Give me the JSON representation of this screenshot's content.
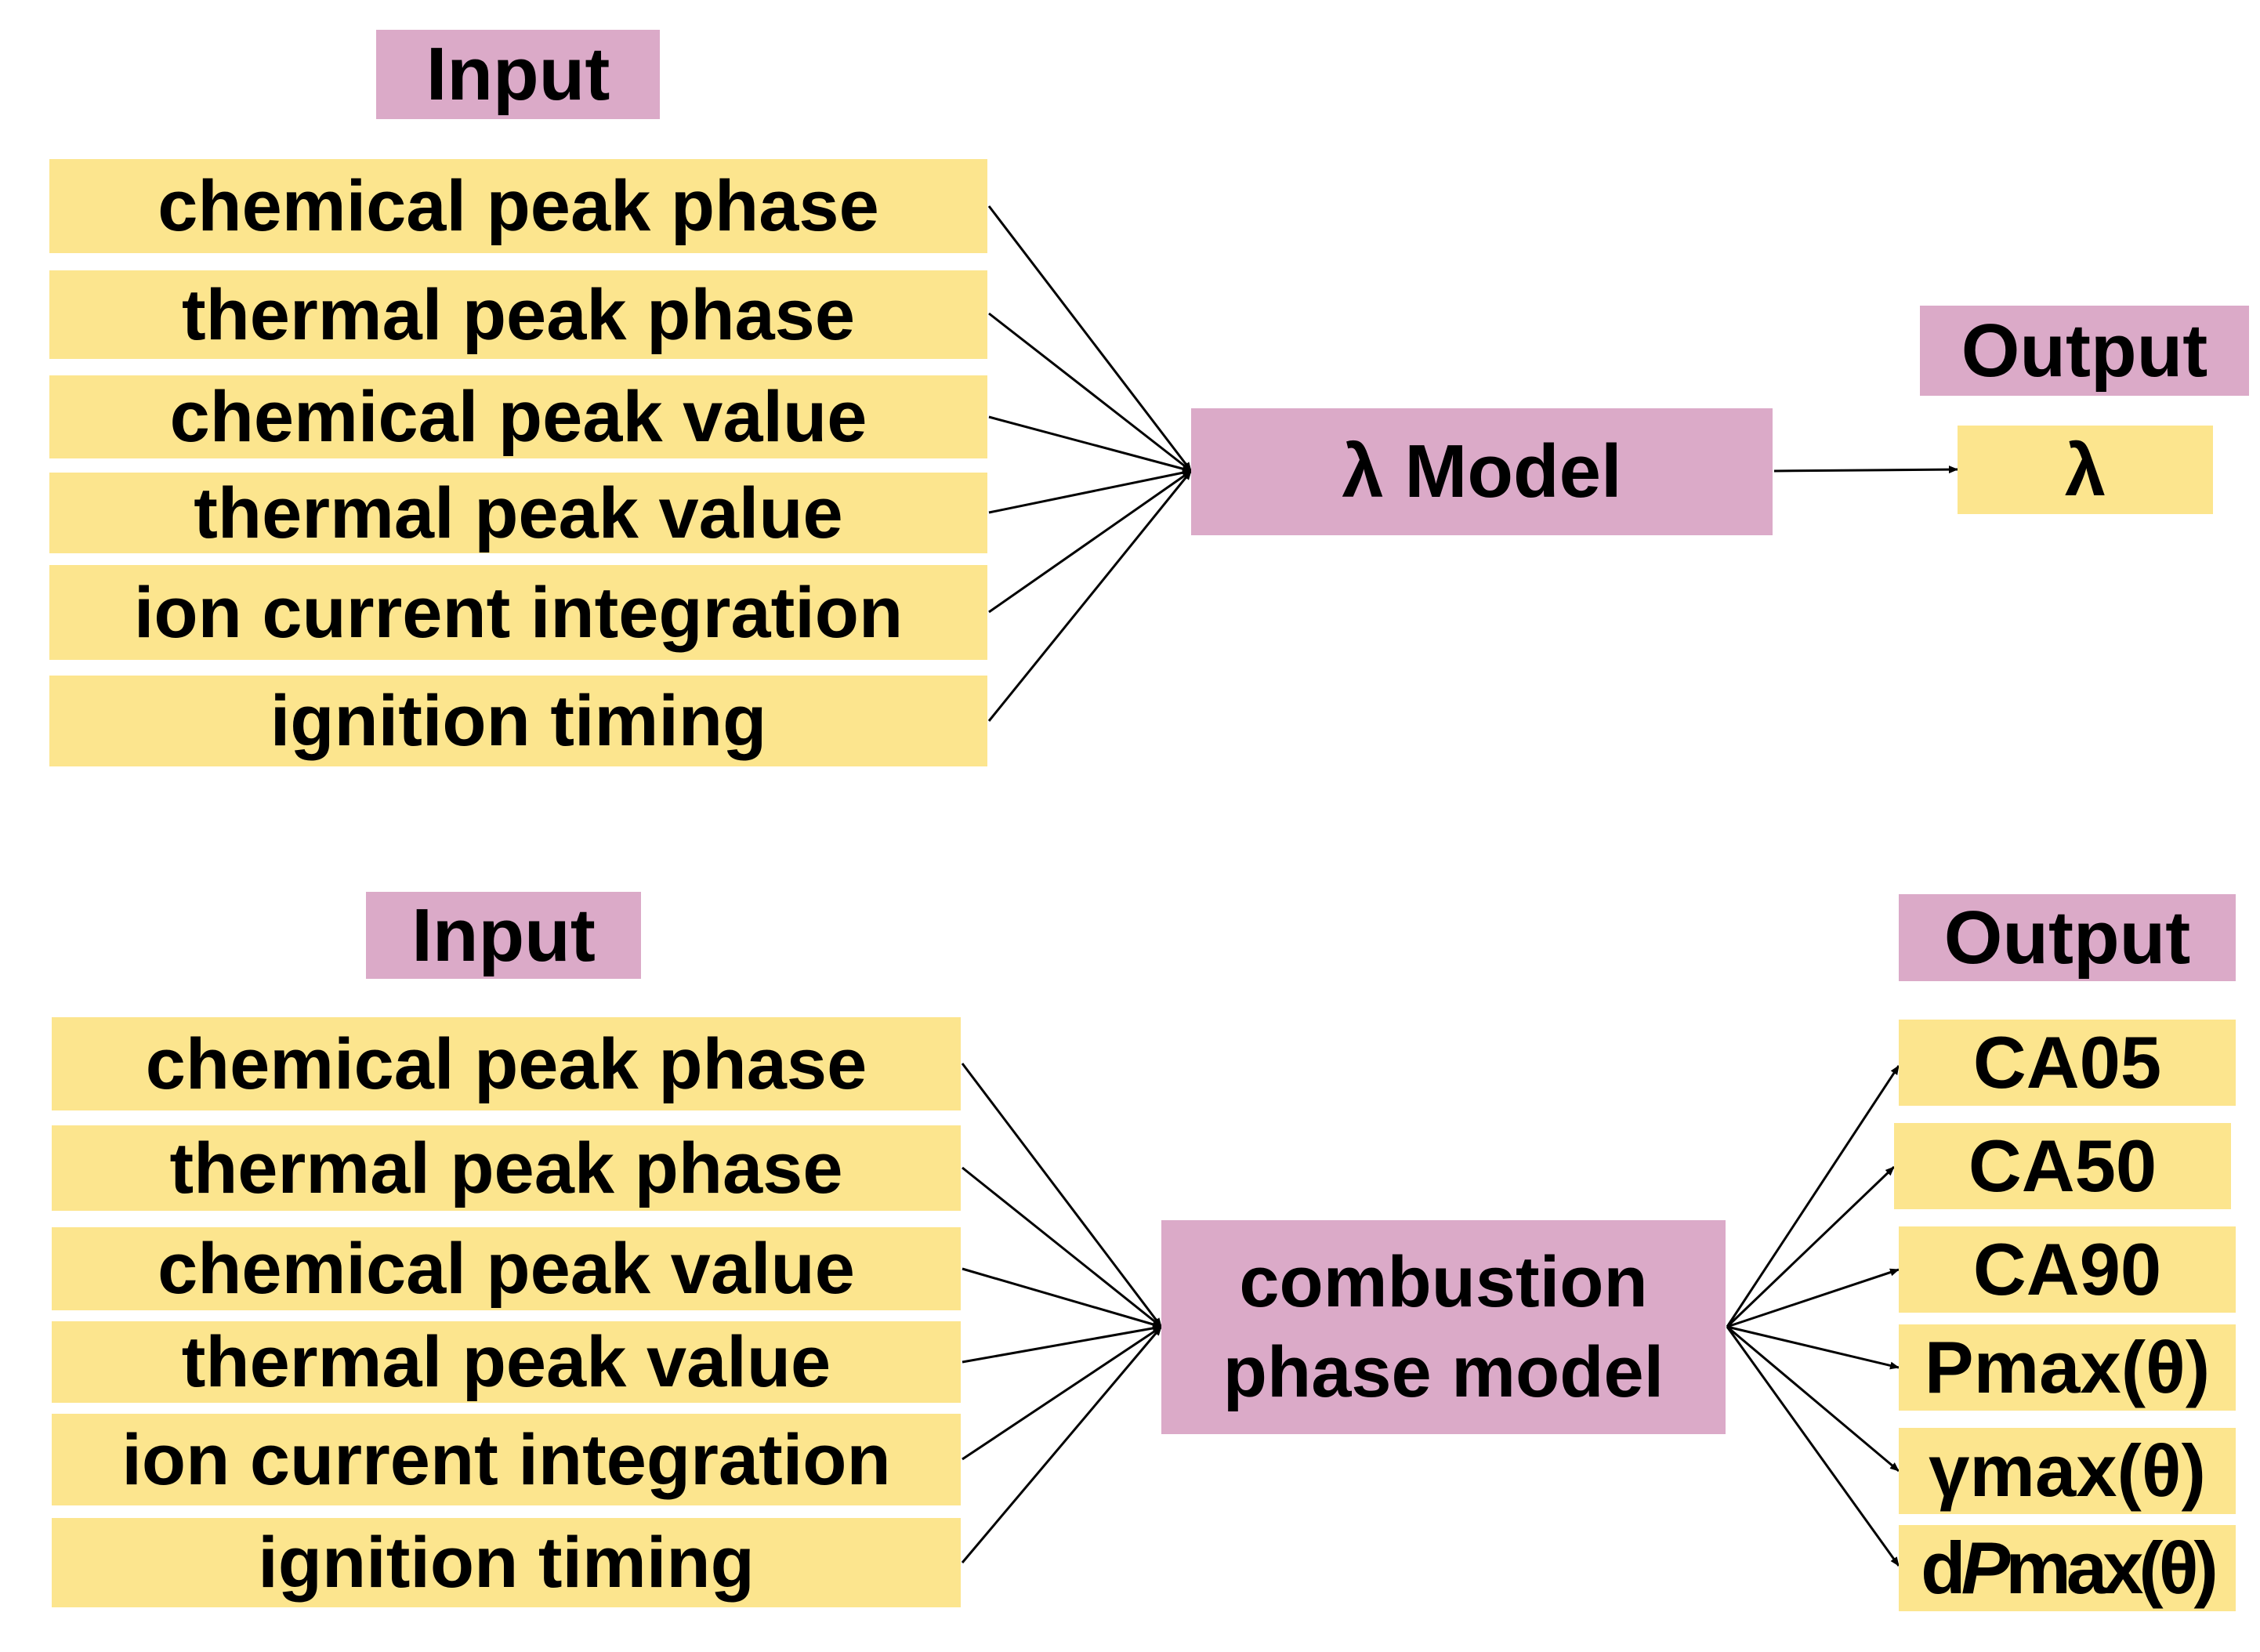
{
  "top_diagram": {
    "input_header": "Input",
    "inputs": [
      "chemical peak phase",
      "thermal peak phase",
      "chemical peak value",
      "thermal peak value",
      "ion current integration",
      "ignition timing"
    ],
    "model": "λ Model",
    "output_header": "Output",
    "outputs": [
      "λ"
    ]
  },
  "bottom_diagram": {
    "input_header": "Input",
    "inputs": [
      "chemical peak phase",
      "thermal peak phase",
      "chemical peak value",
      "thermal peak value",
      "ion current integration",
      "ignition timing"
    ],
    "model_line1": "combustion",
    "model_line2": "phase model",
    "output_header": "Output",
    "outputs": [
      "CA05",
      "CA50",
      "CA90",
      "Pmax(θ)",
      "γmax(θ)"
    ],
    "dpmax_prefix": "d",
    "dpmax_italic": "P",
    "dpmax_suffix": "max(θ)"
  },
  "colors": {
    "input_fill": "#FCE58E",
    "header_fill": "#DBAAC8",
    "arrow": "#000000"
  }
}
